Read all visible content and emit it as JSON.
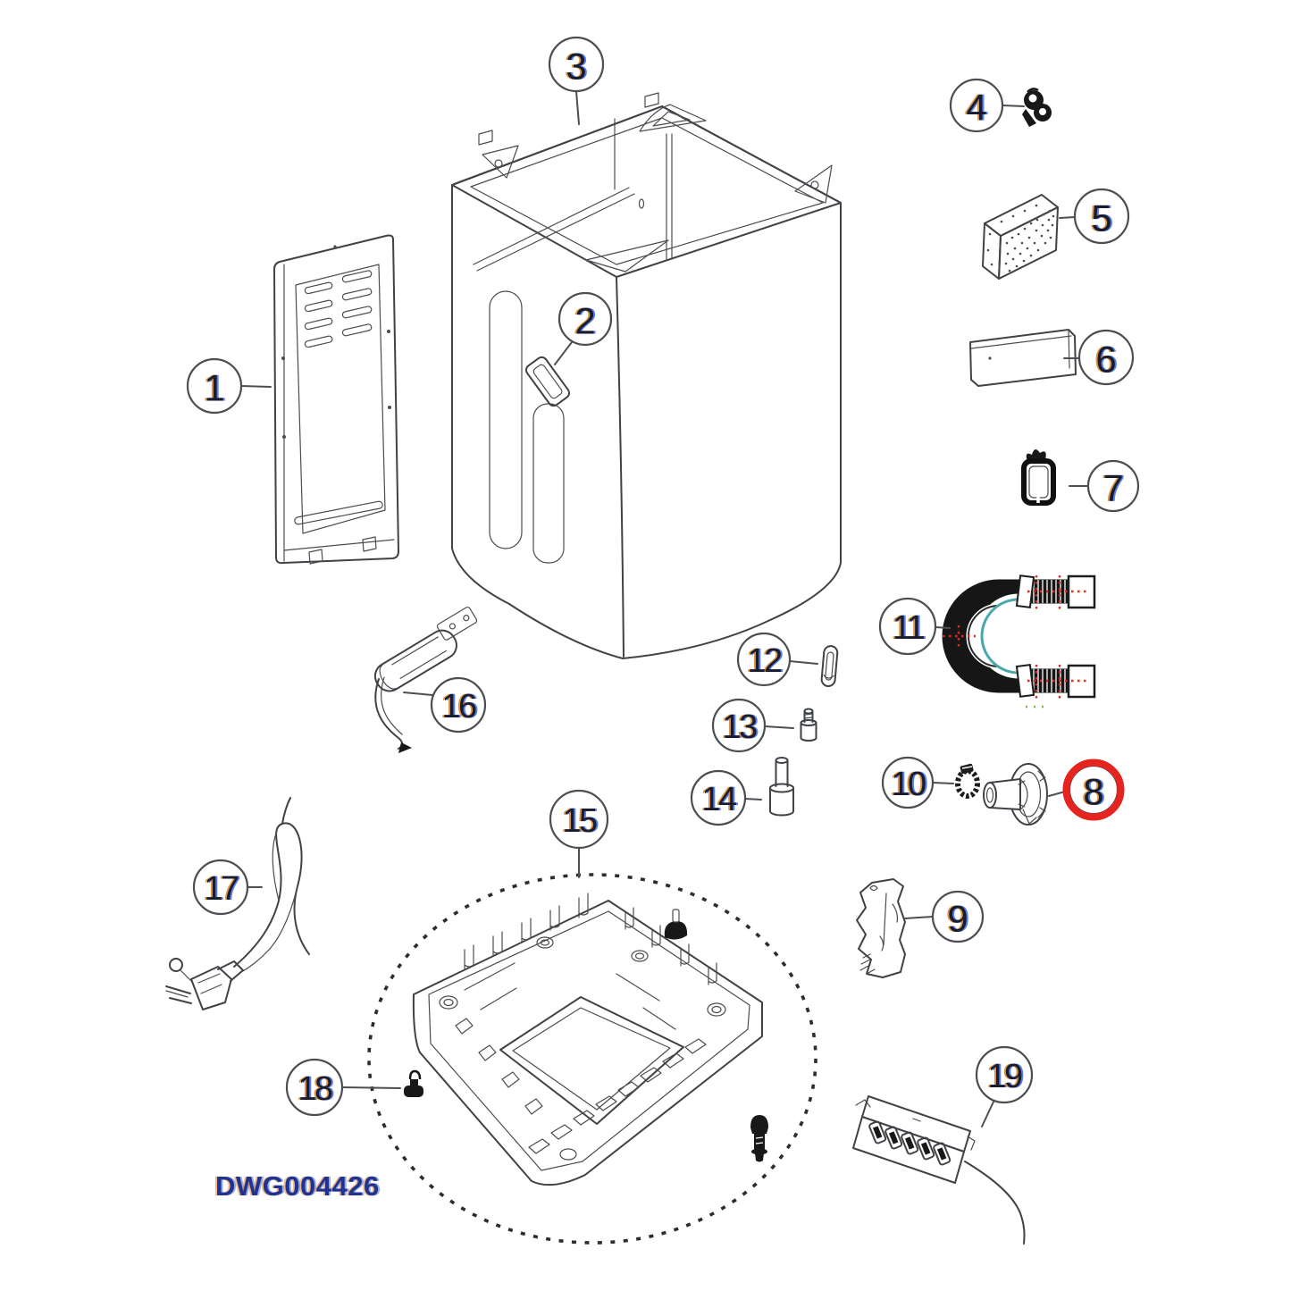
{
  "drawing": {
    "code": "DWG004426",
    "highlighted_callout": "8",
    "callouts": [
      {
        "label": "1"
      },
      {
        "label": "2"
      },
      {
        "label": "3"
      },
      {
        "label": "4"
      },
      {
        "label": "5"
      },
      {
        "label": "6"
      },
      {
        "label": "7"
      },
      {
        "label": "8"
      },
      {
        "label": "9"
      },
      {
        "label": "10"
      },
      {
        "label": "11"
      },
      {
        "label": "12"
      },
      {
        "label": "13"
      },
      {
        "label": "14"
      },
      {
        "label": "15"
      },
      {
        "label": "16"
      },
      {
        "label": "17"
      },
      {
        "label": "18"
      },
      {
        "label": "19"
      }
    ],
    "colors": {
      "highlight_ring": "#e52420",
      "hose_accent_teal": "#4aa8ad",
      "hose_marks_red": "#dd2a22",
      "hose_marks_green": "#7cb14e",
      "code_text": "#21338f"
    }
  }
}
